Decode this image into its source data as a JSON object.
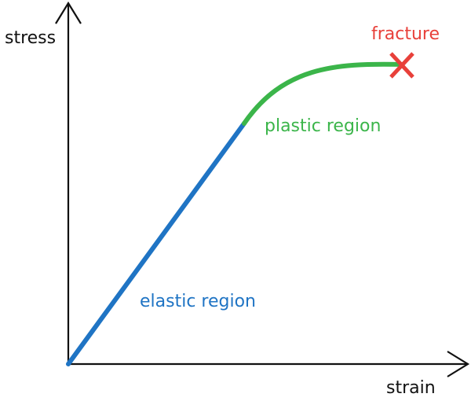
{
  "axes": {
    "y_label": "stress",
    "x_label": "strain"
  },
  "regions": {
    "elastic": {
      "label": "elastic region",
      "color": "#1f74c4"
    },
    "plastic": {
      "label": "plastic region",
      "color": "#3bb54a"
    }
  },
  "fracture": {
    "label": "fracture",
    "color": "#e8403a",
    "marker": "x-mark"
  },
  "axis_color": "#111111"
}
